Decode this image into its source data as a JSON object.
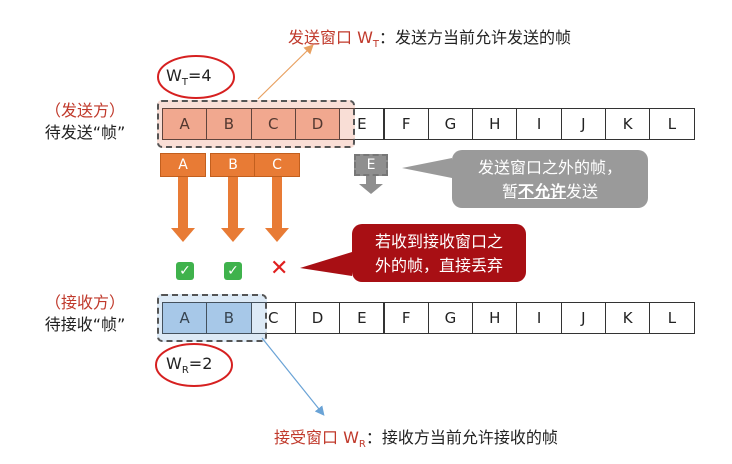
{
  "send_title": {
    "prefix": "发送窗口 W",
    "sub": "T",
    "rest": "：发送方当前允许发送的帧"
  },
  "recv_title": {
    "prefix": "接受窗口 W",
    "sub": "R",
    "rest": "：接收方当前允许接收的帧"
  },
  "wt_label": {
    "w": "W",
    "sub": "T",
    "value": "=4"
  },
  "wr_label": {
    "w": "W",
    "sub": "R",
    "value": "=2"
  },
  "sender_label": {
    "line1": "（发送方）",
    "line2": "待发送“帧”"
  },
  "receiver_label": {
    "line1": "（接收方）",
    "line2": "待接收“帧”"
  },
  "frames": [
    "A",
    "B",
    "C",
    "D",
    "E",
    "F",
    "G",
    "H",
    "I",
    "J",
    "K",
    "L"
  ],
  "sending_frames": [
    "A",
    "B",
    "C"
  ],
  "ghost_frame": "E",
  "grey_callout": {
    "line1": "发送窗口之外的帧，",
    "line2_pre": "暂",
    "line2_bold": "不允许",
    "line2_post": "发送"
  },
  "red_callout": {
    "line1": "若收到接收窗口之",
    "line2": "外的帧，直接丢弃"
  },
  "colors": {
    "send_window": "#f4b7a1",
    "recv_window": "#b7d2ec",
    "frame_arrow": "#e87b35",
    "title_red": "#c0392b",
    "callout_red": "#a80f14",
    "callout_grey": "#9a9a9a"
  }
}
